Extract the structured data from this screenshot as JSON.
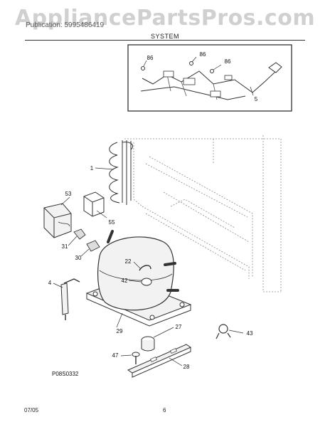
{
  "watermark": "AppliancePartsPros.com",
  "header_text": "Publication: 5995486419",
  "section_title": "SYSTEM",
  "figure_code": "P08S0332",
  "footer": {
    "date": "07/05",
    "page": "6"
  },
  "callouts": {
    "c86a": "86",
    "c86b": "86",
    "c86c": "86",
    "c5": "5",
    "c1": "1",
    "c53": "53",
    "c55": "55",
    "c31": "31",
    "c30": "30",
    "c22": "22",
    "c42": "42",
    "c4": "4",
    "c29": "29",
    "c27": "27",
    "c43": "43",
    "c47": "47",
    "c28": "28"
  },
  "colors": {
    "line": "#333333",
    "dotted": "#888888",
    "part_fill": "#f2f2f2"
  }
}
